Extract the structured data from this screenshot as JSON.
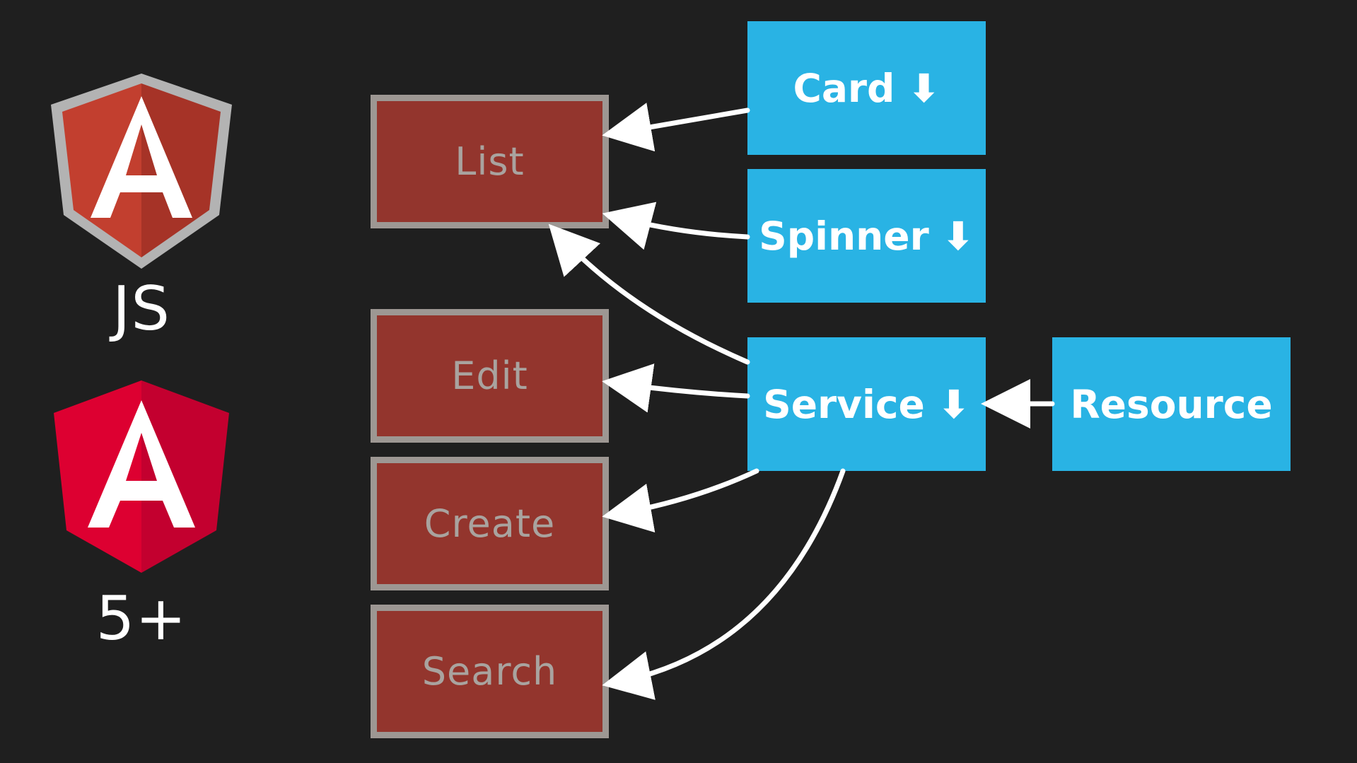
{
  "logos": {
    "angularjs": {
      "label": "JS",
      "shield_outer": "#b3b3b3",
      "shield_left": "#c23f2f",
      "shield_right": "#a63327",
      "letter": "#ffffff"
    },
    "angular": {
      "label": "5+",
      "shield_left": "#dd0031",
      "shield_right": "#c3002f",
      "letter": "#ffffff"
    }
  },
  "components": [
    {
      "id": "list",
      "label": "List"
    },
    {
      "id": "edit",
      "label": "Edit"
    },
    {
      "id": "create",
      "label": "Create"
    },
    {
      "id": "search",
      "label": "Search"
    }
  ],
  "dependencies": [
    {
      "id": "card",
      "label": "Card",
      "arrow": "⬇"
    },
    {
      "id": "spinner",
      "label": "Spinner",
      "arrow": "⬇"
    },
    {
      "id": "service",
      "label": "Service",
      "arrow": "⬇"
    },
    {
      "id": "resource",
      "label": "Resource"
    }
  ],
  "colors": {
    "background": "#1f1f1f",
    "component_fill": "#93352d",
    "component_border": "#9d9793",
    "component_text": "#a9a39f",
    "dependency_fill": "#29b3e4",
    "dependency_text": "#ffffff",
    "connector": "#ffffff"
  },
  "connections": [
    {
      "from": "card",
      "to": "list"
    },
    {
      "from": "spinner",
      "to": "list"
    },
    {
      "from": "service",
      "to": "list"
    },
    {
      "from": "service",
      "to": "edit"
    },
    {
      "from": "service",
      "to": "create"
    },
    {
      "from": "service",
      "to": "search"
    },
    {
      "from": "resource",
      "to": "service"
    }
  ]
}
